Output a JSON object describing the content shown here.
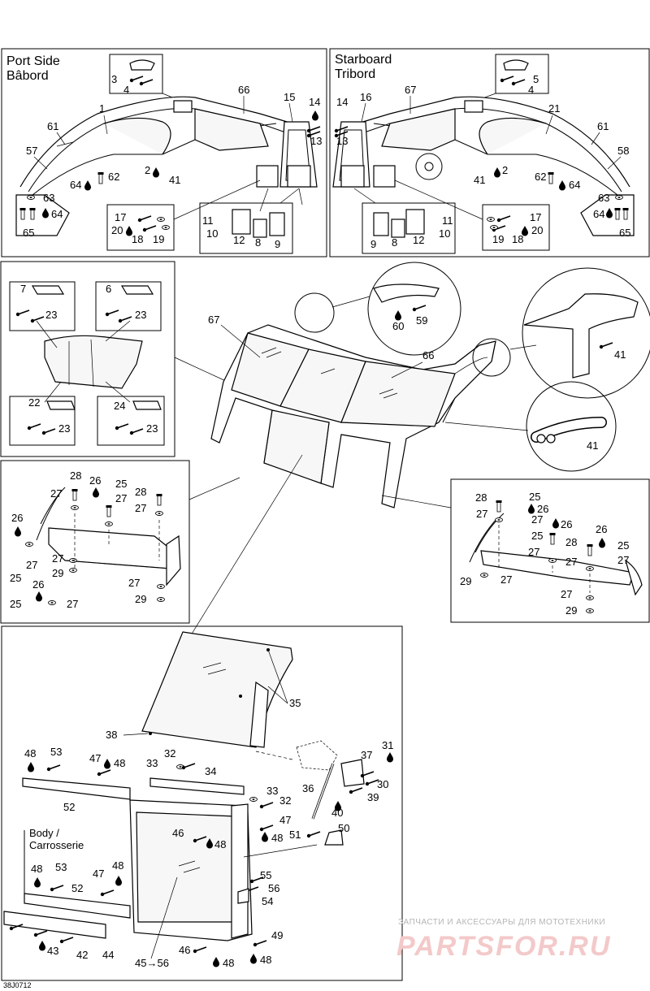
{
  "port_panel": {
    "title_en": "Port Side",
    "title_fr": "Bâbord"
  },
  "starboard_panel": {
    "title_en": "Starboard",
    "title_fr": "Tribord"
  },
  "body_note": {
    "line1": "Body /",
    "line2": "Carrosserie"
  },
  "doc_code": "38J0712",
  "watermark": {
    "line": "ЗАПЧАСТИ И АКСЕССУАРЫ ДЛЯ МОТОТЕХНИКИ",
    "brand": "PARTSFOR.RU"
  },
  "callouts": {
    "p1": "1",
    "p3": "3",
    "p4": "4",
    "p66": "66",
    "p15": "15",
    "p14": "14",
    "p13": "13",
    "p61": "61",
    "p57": "57",
    "p2": "2",
    "p41": "41",
    "p64": "64",
    "p62": "62",
    "p63": "63",
    "p65": "65",
    "p17": "17",
    "p20": "20",
    "p18": "18",
    "p19": "19",
    "p11": "11",
    "p10": "10",
    "p12": "12",
    "p8": "8",
    "p9": "9",
    "s5": "5",
    "s4": "4",
    "s67": "67",
    "s16": "16",
    "s14": "14",
    "s13": "13",
    "s21": "21",
    "s61": "61",
    "s58": "58",
    "s41": "41",
    "s2": "2",
    "s62": "62",
    "s64": "64",
    "s63": "63",
    "s65": "65",
    "s17": "17",
    "s20": "20",
    "s19": "19",
    "s18": "18",
    "s11": "11",
    "s10": "10",
    "s9": "9",
    "s8": "8",
    "s12": "12",
    "m7": "7",
    "m6": "6",
    "m23a": "23",
    "m23b": "23",
    "m22": "22",
    "m24": "24",
    "m23c": "23",
    "m23d": "23",
    "m67": "67",
    "m66": "66",
    "m60": "60",
    "m59": "59",
    "m41a": "41",
    "m41b": "41",
    "l28a": "28",
    "l26a": "26",
    "l25a": "25",
    "l28b": "28",
    "l27a": "27",
    "l27b": "27",
    "l27c": "27",
    "l26b": "26",
    "l27d": "27",
    "l25b": "25",
    "l27e": "27",
    "l29a": "29",
    "l26c": "26",
    "l27f": "27",
    "l25c": "25",
    "l27g": "27",
    "l29b": "29",
    "r28a": "28",
    "r25a": "25",
    "r26a": "26",
    "r27a": "27",
    "r27b": "27",
    "r26b": "26",
    "r26c": "26",
    "r25b": "25",
    "r28b": "28",
    "r25c": "25",
    "r27c": "27",
    "r27d": "27",
    "r27e": "27",
    "r29a": "29",
    "r27f": "27",
    "r27g": "27",
    "r29b": "29",
    "b35": "35",
    "b38": "38",
    "b31": "31",
    "b37": "37",
    "b48a": "48",
    "b53a": "53",
    "b47a": "47",
    "b48b": "48",
    "b32a": "32",
    "b33a": "33",
    "b34": "34",
    "b30": "30",
    "b36": "36",
    "b39": "39",
    "b52a": "52",
    "b33b": "33",
    "b32b": "32",
    "b40": "40",
    "b50": "50",
    "b51": "51",
    "b47b": "47",
    "b46a": "46",
    "b48c": "48",
    "b48d": "48",
    "b48e": "48",
    "b53b": "53",
    "b47c": "47",
    "b48f": "48",
    "b52b": "52",
    "b55": "55",
    "b56": "56",
    "b54": "54",
    "b43": "43",
    "b42": "42",
    "b44": "44",
    "b45": "45→56",
    "b46b": "46",
    "b48g": "48",
    "b49": "49",
    "b48h": "48"
  }
}
